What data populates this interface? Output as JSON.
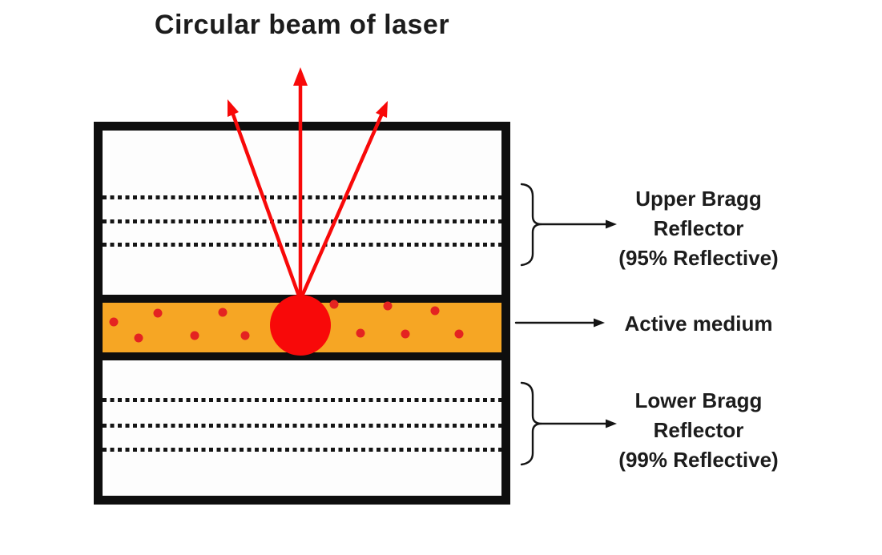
{
  "title": "Circular beam of laser",
  "labels": {
    "upper_reflector": {
      "lines": [
        "Upper Bragg",
        "Reflector",
        "(95% Reflective)"
      ]
    },
    "active_medium": "Active medium",
    "lower_reflector": {
      "lines": [
        "Lower Bragg",
        "Reflector",
        "(99% Reflective)"
      ]
    }
  },
  "structure": {
    "upper_reflector_dotted_layers": 3,
    "lower_reflector_dotted_layers": 3,
    "laser_beam_arrows": 3,
    "gain_medium_dots": 12
  },
  "colors": {
    "laser_red": "#f80909",
    "dot_red": "#e42321",
    "active_medium_orange": "#f6a624",
    "outline_black": "#141414",
    "text_black": "#1c1c1c",
    "background": "#ffffff"
  }
}
